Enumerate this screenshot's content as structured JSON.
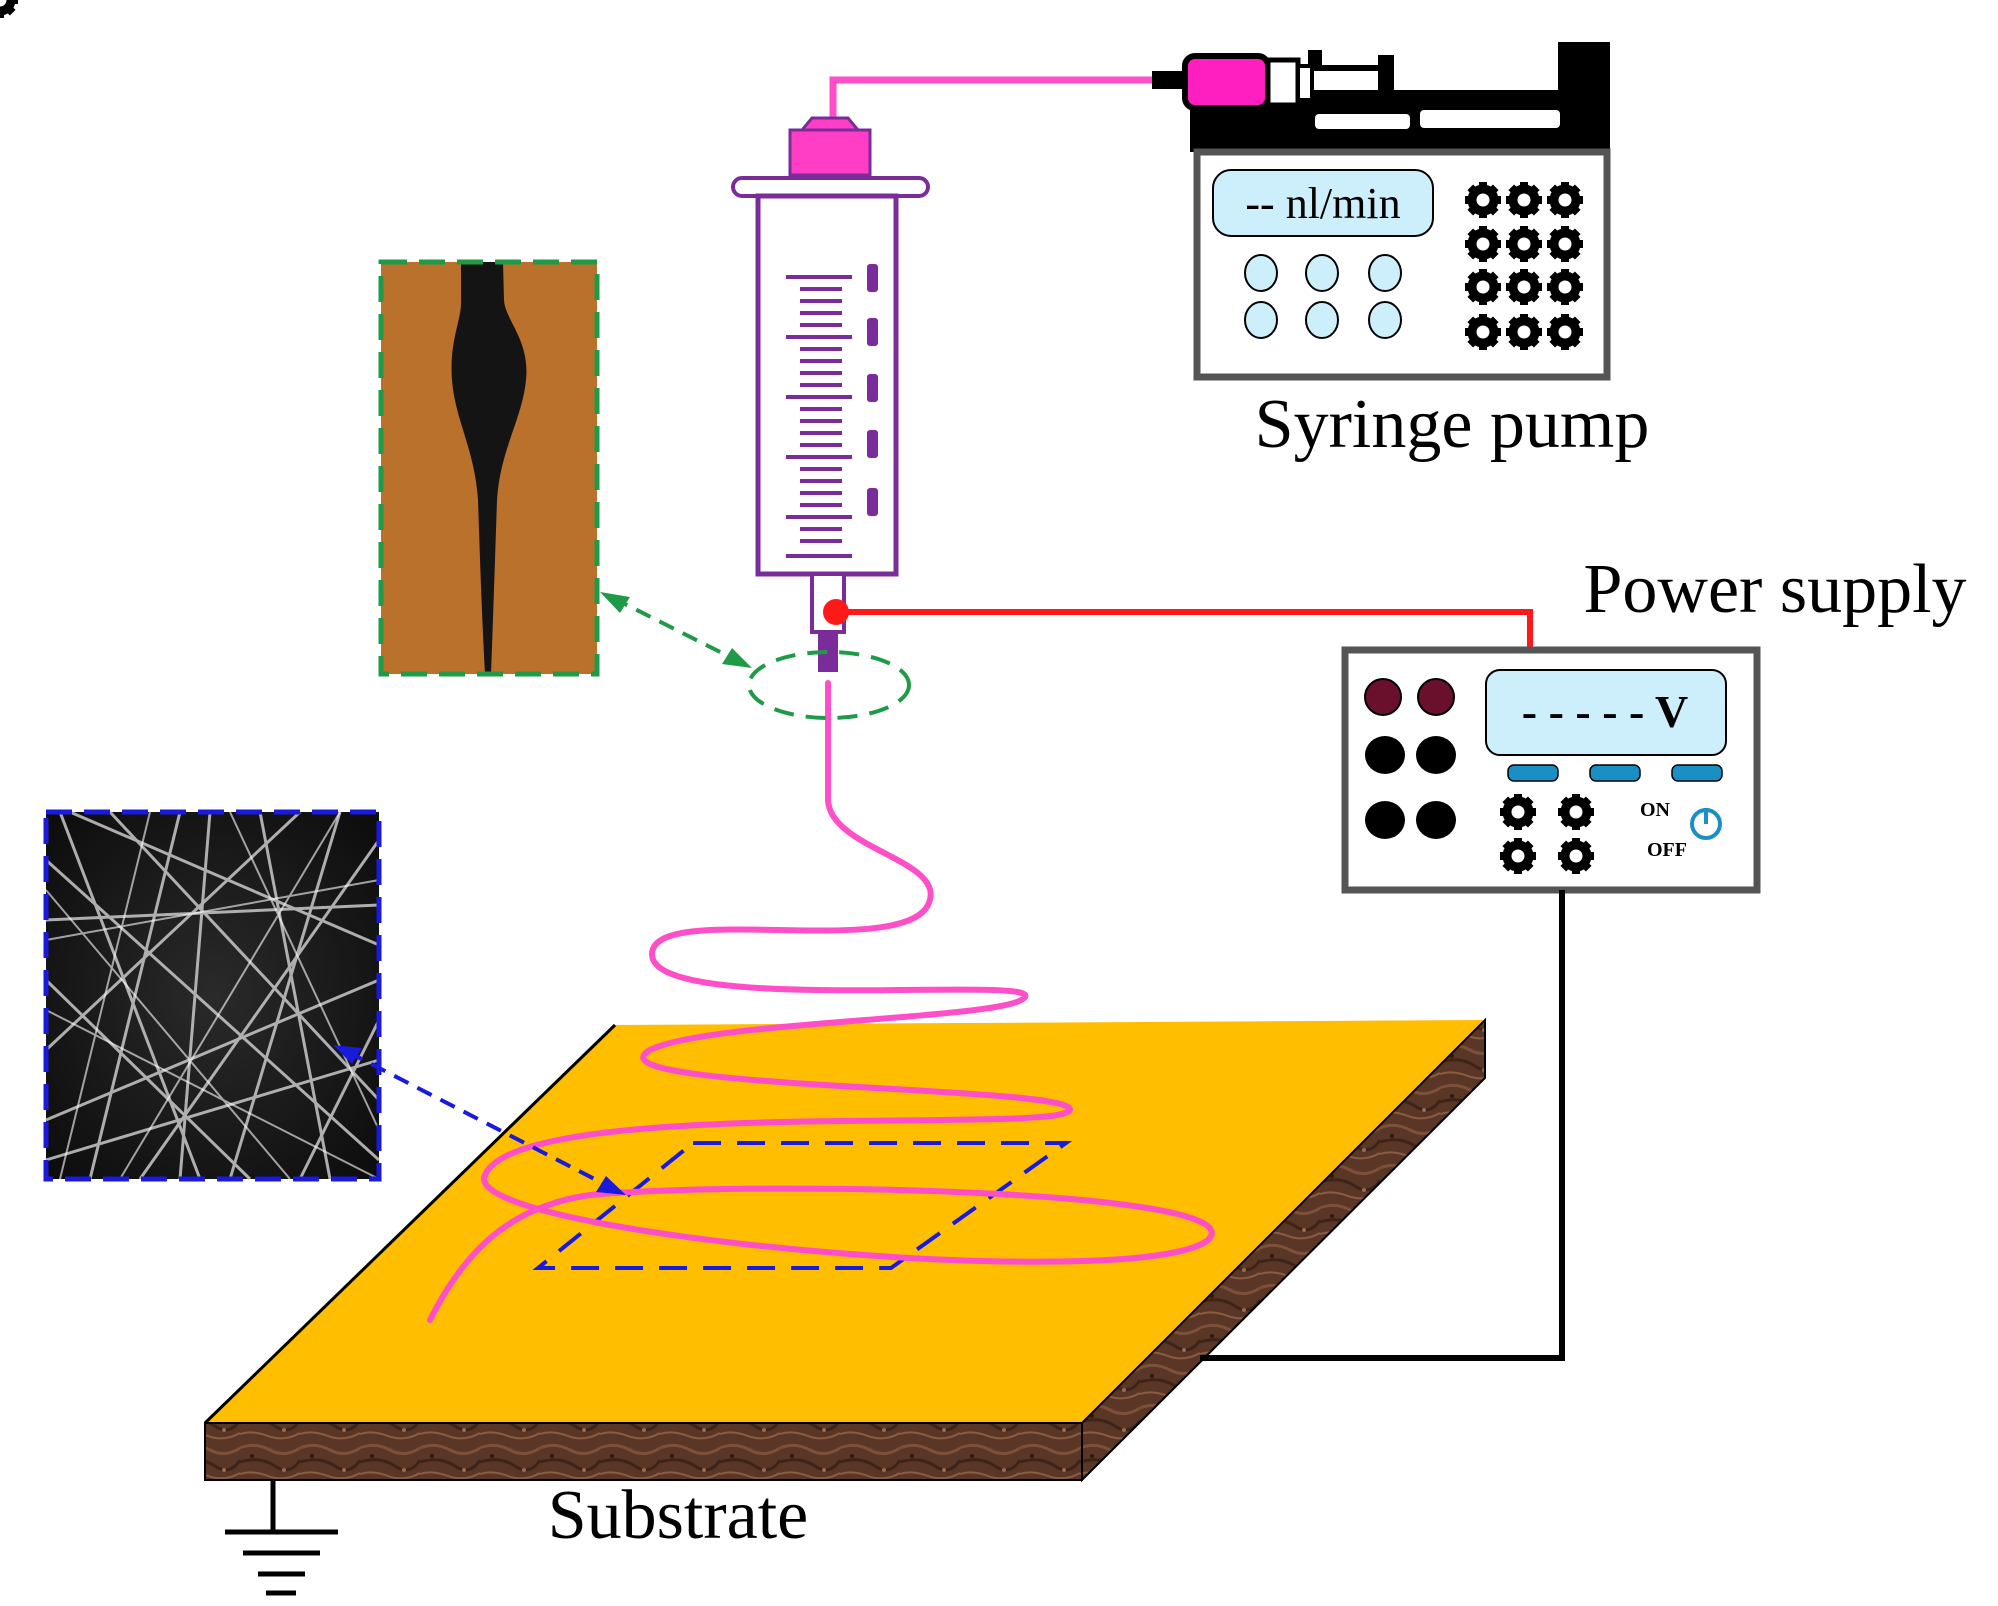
{
  "labels": {
    "syringe_pump": "Syringe pump",
    "power_supply": "Power supply",
    "substrate": "Substrate"
  },
  "pump": {
    "display": "-- nl/min"
  },
  "power": {
    "display": "- - - - - V",
    "on_label": "ON",
    "off_label": "OFF"
  },
  "colors": {
    "jet": "#ff4fc8",
    "syringe_outline": "#7b2c9b",
    "high_voltage_wire": "#ff1a1a",
    "ground_wire": "#000000",
    "substrate_top": "#ffbe00",
    "substrate_side": "#5a3626",
    "cone_inset_frame": "#1f9a47",
    "cone_inset_fill": "#b9712c",
    "sem_inset_frame": "#1a1adc",
    "display_fill": "#cdeefb",
    "button_blue": "#1a8fc4",
    "knob_maroon": "#6a0f2c"
  },
  "icons": [
    "syringe-icon",
    "pump-icon",
    "power-supply-icon",
    "ground-icon",
    "power-button-icon",
    "knob-icon",
    "taylor-cone-image",
    "fiber-mat-image"
  ]
}
